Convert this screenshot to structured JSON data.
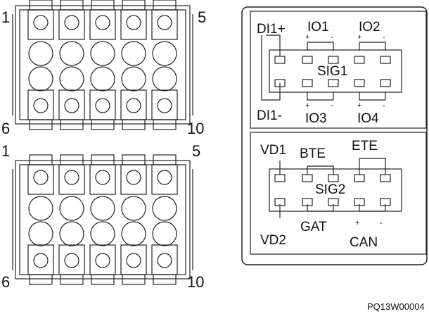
{
  "connectors": [
    {
      "pin_first": "1",
      "pin_last": "5",
      "pin_bottom_first": "6",
      "pin_bottom_last": "10"
    },
    {
      "pin_first": "1",
      "pin_last": "5",
      "pin_bottom_first": "6",
      "pin_bottom_last": "10"
    }
  ],
  "sig1": {
    "name": "SIG1",
    "top_left": "DI1+",
    "top_mid": "IO1",
    "top_right": "IO2",
    "bottom_left": "DI1-",
    "bottom_mid": "IO3",
    "bottom_right": "IO4",
    "plus": "+",
    "minus": "-"
  },
  "sig2": {
    "name": "SIG2",
    "top_left": "VD1",
    "top_mid": "BTE",
    "top_right": "ETE",
    "bottom_left": "VD2",
    "bottom_mid": "GAT",
    "bottom_right": "CAN",
    "plus": "+",
    "minus": "-"
  },
  "figure_code": "PQ13W00004"
}
